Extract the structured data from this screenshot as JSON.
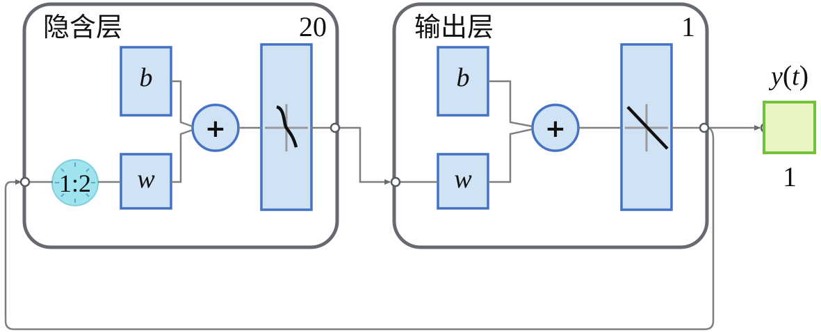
{
  "hidden_layer": {
    "title": "隐含层",
    "size": "20",
    "bias_label": "b",
    "weight_label": "w",
    "sum_symbol": "+",
    "delay_label": "1:2",
    "transfer": "tansig-icon"
  },
  "output_layer": {
    "title": "输出层",
    "size": "1",
    "bias_label": "b",
    "weight_label": "w",
    "sum_symbol": "+",
    "transfer": "purelin-icon"
  },
  "output": {
    "var": "y",
    "open_paren": "(",
    "arg": "t",
    "close_paren": ")",
    "size": "1"
  },
  "colors": {
    "block_fill": "#cfe3f5",
    "block_stroke": "#4472c4",
    "layer_border": "#666a70",
    "output_fill": "#eaf5c4",
    "output_stroke": "#72c236",
    "delay_fill": "#9fe3ee"
  }
}
